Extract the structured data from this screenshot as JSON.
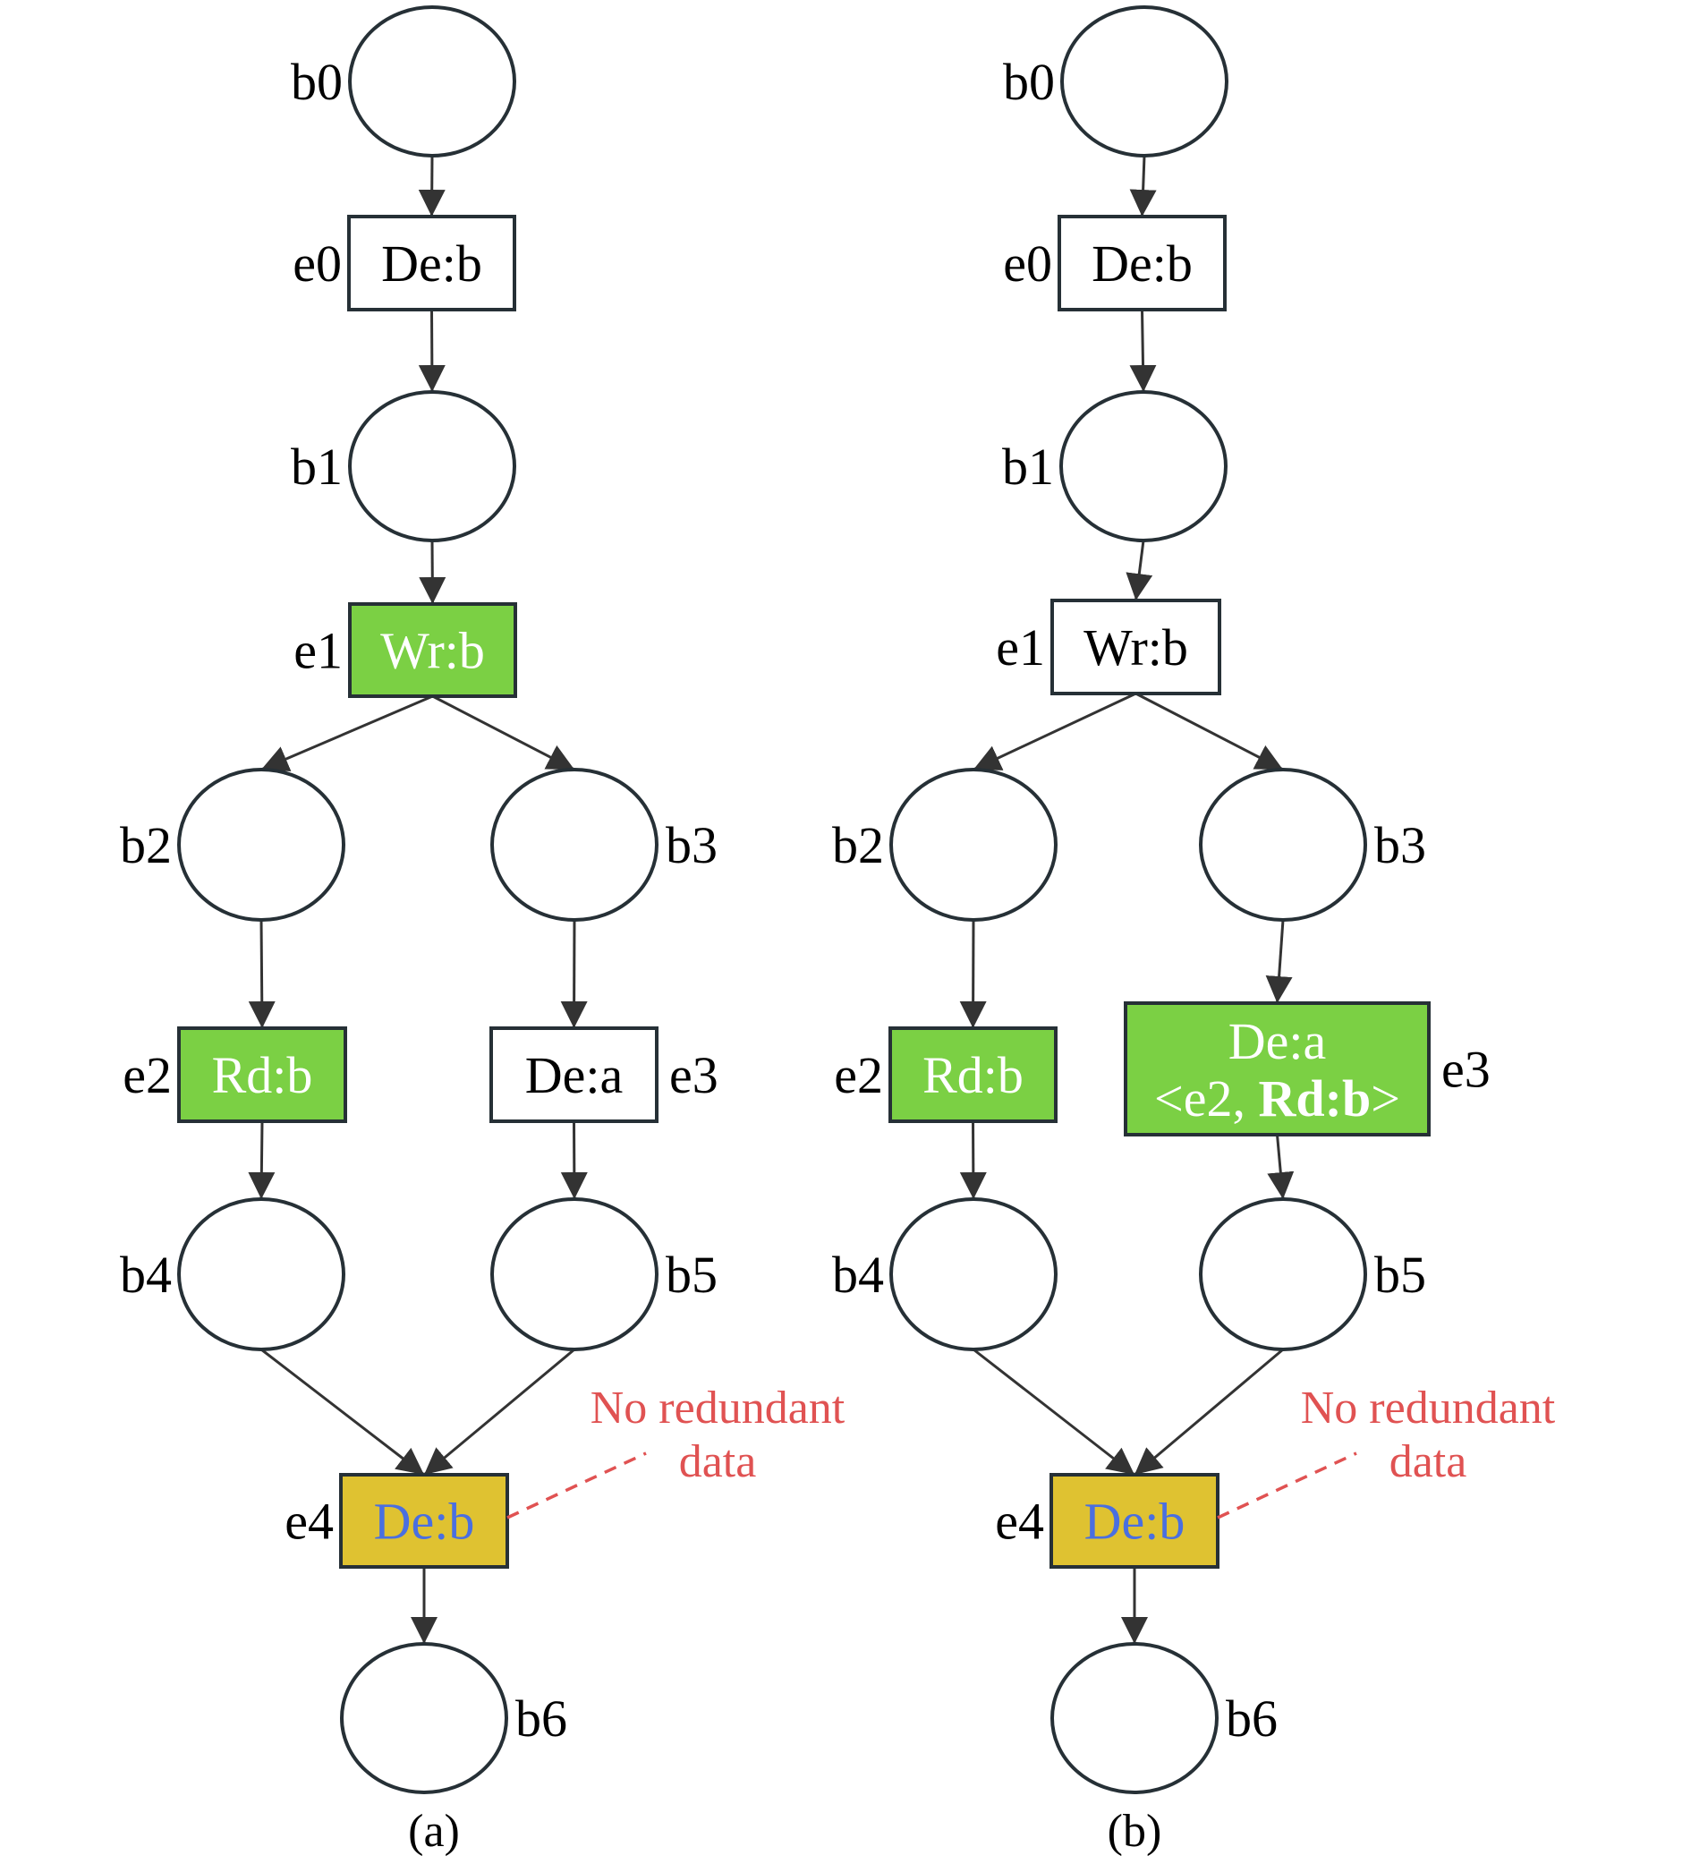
{
  "figure": {
    "colors": {
      "active_fill": "#7bd044",
      "merge_fill": "#dfc231",
      "merge_text": "#4a6fe0",
      "annotation": "#e05252",
      "stroke": "#263036"
    },
    "panels": [
      {
        "caption": "(a)",
        "places": [
          {
            "id": "b0"
          },
          {
            "id": "b1"
          },
          {
            "id": "b2"
          },
          {
            "id": "b3"
          },
          {
            "id": "b4"
          },
          {
            "id": "b5"
          },
          {
            "id": "b6"
          }
        ],
        "transitions": [
          {
            "id": "e0",
            "label": "De:b",
            "state": "plain"
          },
          {
            "id": "e1",
            "label": "Wr:b",
            "state": "active"
          },
          {
            "id": "e2",
            "label": "Rd:b",
            "state": "active"
          },
          {
            "id": "e3",
            "label": "De:a",
            "state": "plain"
          },
          {
            "id": "e4",
            "label": "De:b",
            "state": "merge"
          }
        ],
        "edges": [
          [
            "b0",
            "e0"
          ],
          [
            "e0",
            "b1"
          ],
          [
            "b1",
            "e1"
          ],
          [
            "e1",
            "b2"
          ],
          [
            "e1",
            "b3"
          ],
          [
            "b2",
            "e2"
          ],
          [
            "b3",
            "e3"
          ],
          [
            "e2",
            "b4"
          ],
          [
            "e3",
            "b5"
          ],
          [
            "b4",
            "e4"
          ],
          [
            "b5",
            "e4"
          ],
          [
            "e4",
            "b6"
          ]
        ],
        "annotation": {
          "line1": "No redundant",
          "line2": "data",
          "target": "e4"
        }
      },
      {
        "caption": "(b)",
        "places": [
          {
            "id": "b0"
          },
          {
            "id": "b1"
          },
          {
            "id": "b2"
          },
          {
            "id": "b3"
          },
          {
            "id": "b4"
          },
          {
            "id": "b5"
          },
          {
            "id": "b6"
          }
        ],
        "transitions": [
          {
            "id": "e0",
            "label": "De:b",
            "state": "plain"
          },
          {
            "id": "e1",
            "label": "Wr:b",
            "state": "plain"
          },
          {
            "id": "e2",
            "label": "Rd:b",
            "state": "active"
          },
          {
            "id": "e3",
            "label": "De:a",
            "sublabel_prefix": "<e2, ",
            "sublabel_bold": "Rd:b",
            "sublabel_suffix": ">",
            "state": "active"
          },
          {
            "id": "e4",
            "label": "De:b",
            "state": "merge"
          }
        ],
        "edges": [
          [
            "b0",
            "e0"
          ],
          [
            "e0",
            "b1"
          ],
          [
            "b1",
            "e1"
          ],
          [
            "e1",
            "b2"
          ],
          [
            "e1",
            "b3"
          ],
          [
            "b2",
            "e2"
          ],
          [
            "b3",
            "e3"
          ],
          [
            "e2",
            "b4"
          ],
          [
            "e3",
            "b5"
          ],
          [
            "b4",
            "e4"
          ],
          [
            "b5",
            "e4"
          ],
          [
            "e4",
            "b6"
          ]
        ],
        "annotation": {
          "line1": "No redundant",
          "line2": "data",
          "target": "e4"
        }
      }
    ]
  }
}
